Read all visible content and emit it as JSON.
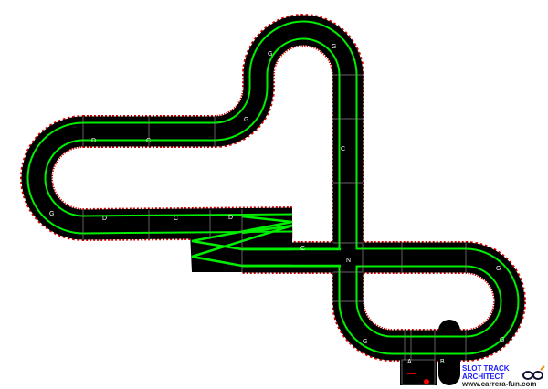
{
  "app": {
    "name": "Slot Track Architect"
  },
  "logo": {
    "line1": "SLOT TRACK",
    "line2": "ARCHITECT",
    "url": "www.carrera-fun.com"
  },
  "colors": {
    "track": "#000000",
    "lane": "#00ee00",
    "border": "#dd0000",
    "joint": "#888888"
  },
  "track_labels": [
    "D",
    "C",
    "D",
    "G",
    "G",
    "D",
    "C",
    "G",
    "C",
    "C",
    "N",
    "G",
    "G",
    "A",
    "B",
    "G",
    "G"
  ]
}
